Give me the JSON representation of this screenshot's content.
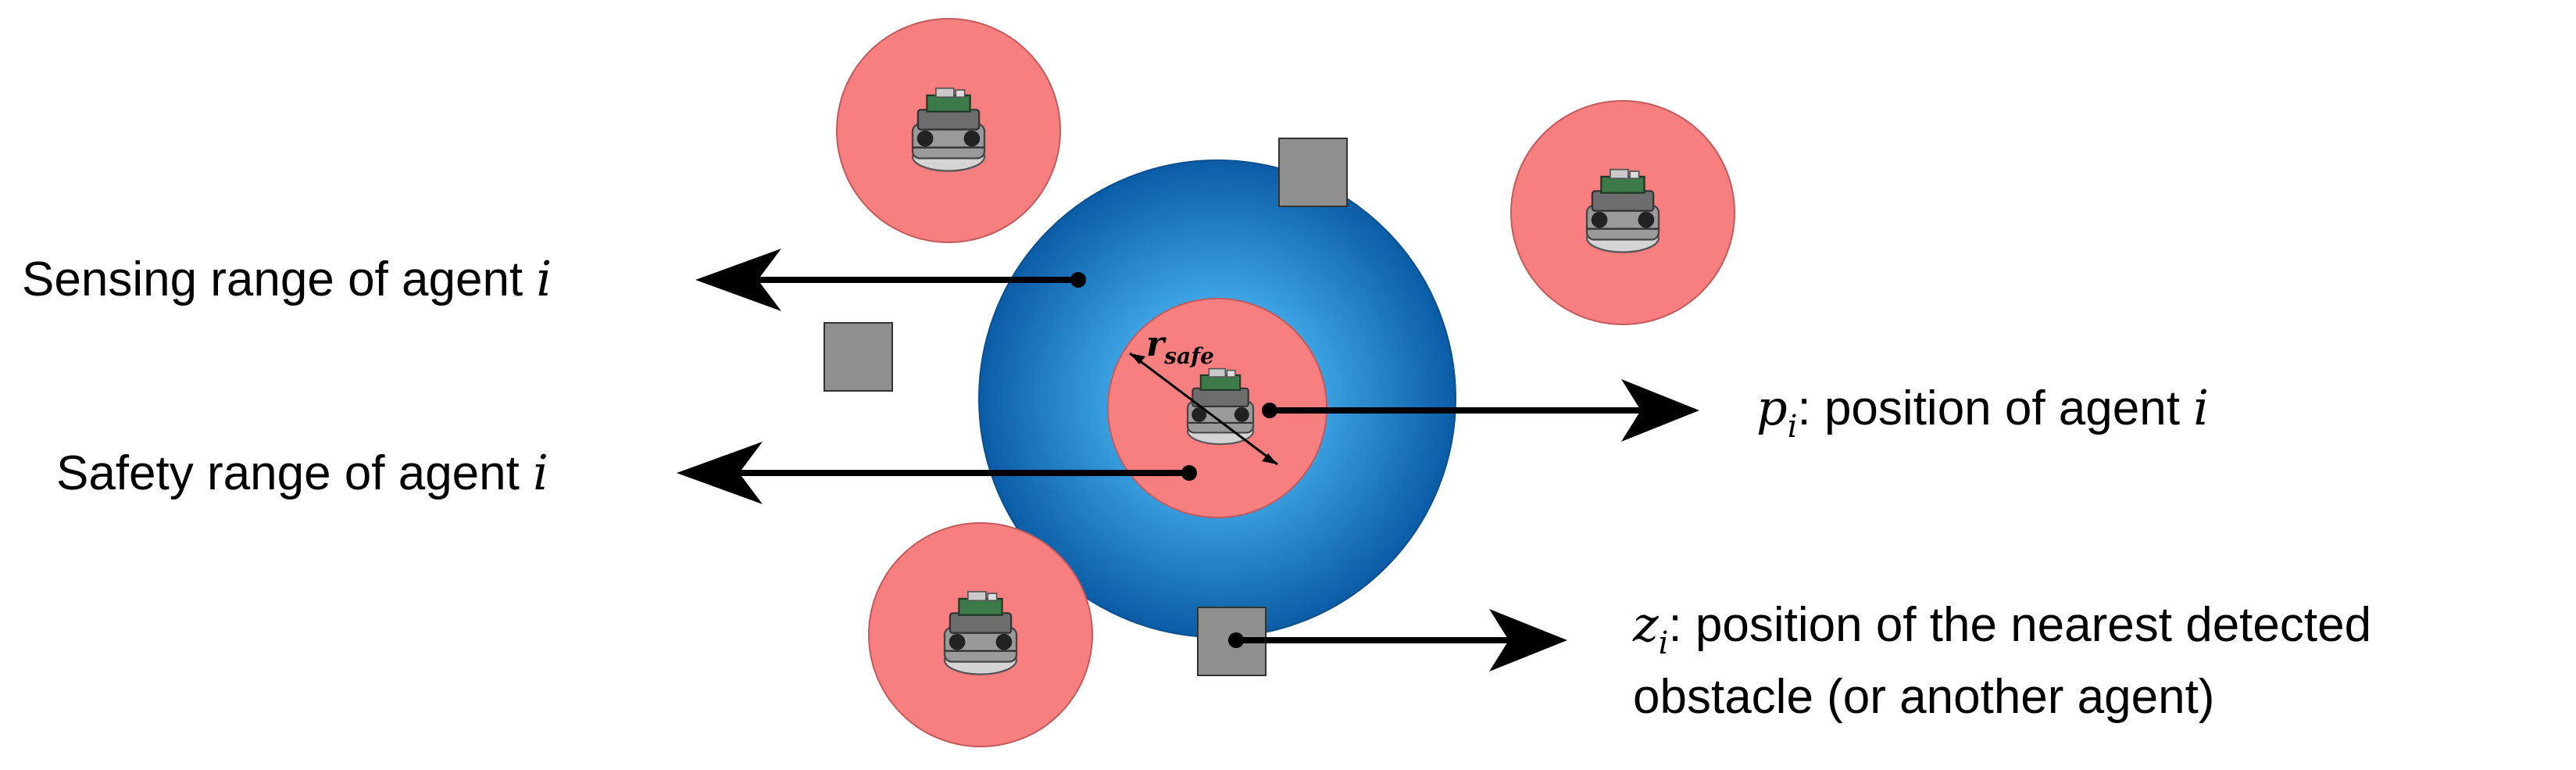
{
  "labels": {
    "sensing": {
      "text": "Sensing range of agent ",
      "var": "i"
    },
    "safety": {
      "text": "Safety range of agent ",
      "var": "i"
    },
    "position": {
      "var": "p",
      "sub": "i",
      "text": ": position of agent ",
      "var2": "i"
    },
    "nearest": {
      "var": "z",
      "sub": "i",
      "line1": ": position of the nearest detected",
      "line2": "obstacle (or another agent)"
    },
    "rsafe": {
      "var": "r",
      "sub": "safe"
    }
  },
  "colors": {
    "sensing_inner": "#7ad0ff",
    "sensing_outer": "#0e64ad",
    "safety": "#f77f80",
    "obstacle": "#8f8f8f",
    "arrow": "#000000"
  },
  "icons": {
    "robot": "robot-icon",
    "obstacle": "obstacle-square"
  }
}
